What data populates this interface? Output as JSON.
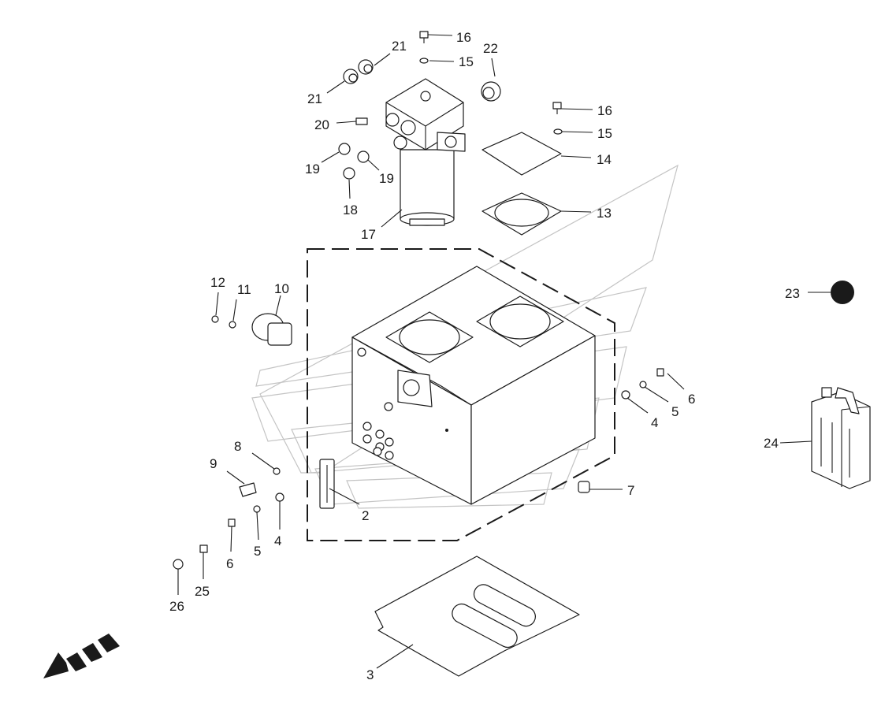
{
  "diagram": {
    "callouts": [
      {
        "id": "2",
        "text": "2"
      },
      {
        "id": "3",
        "text": "3"
      },
      {
        "id": "4a",
        "text": "4"
      },
      {
        "id": "4b",
        "text": "4"
      },
      {
        "id": "5a",
        "text": "5"
      },
      {
        "id": "5b",
        "text": "5"
      },
      {
        "id": "6a",
        "text": "6"
      },
      {
        "id": "6b",
        "text": "6"
      },
      {
        "id": "7",
        "text": "7"
      },
      {
        "id": "8",
        "text": "8"
      },
      {
        "id": "9",
        "text": "9"
      },
      {
        "id": "10",
        "text": "10"
      },
      {
        "id": "11",
        "text": "11"
      },
      {
        "id": "12",
        "text": "12"
      },
      {
        "id": "13",
        "text": "13"
      },
      {
        "id": "14",
        "text": "14"
      },
      {
        "id": "15a",
        "text": "15"
      },
      {
        "id": "15b",
        "text": "15"
      },
      {
        "id": "16a",
        "text": "16"
      },
      {
        "id": "16b",
        "text": "16"
      },
      {
        "id": "17",
        "text": "17"
      },
      {
        "id": "18",
        "text": "18"
      },
      {
        "id": "19a",
        "text": "19"
      },
      {
        "id": "19b",
        "text": "19"
      },
      {
        "id": "20",
        "text": "20"
      },
      {
        "id": "21a",
        "text": "21"
      },
      {
        "id": "21b",
        "text": "21"
      },
      {
        "id": "22",
        "text": "22"
      },
      {
        "id": "23",
        "text": "23"
      },
      {
        "id": "24",
        "text": "24"
      },
      {
        "id": "25",
        "text": "25"
      },
      {
        "id": "26",
        "text": "26"
      }
    ],
    "parts": [
      {
        "id": "tank",
        "icon": "hydraulic-tank-icon"
      },
      {
        "id": "filter",
        "icon": "return-filter-icon"
      },
      {
        "id": "canister",
        "icon": "oil-canister-icon"
      },
      {
        "id": "front-arrow",
        "icon": "front-direction-arrow-icon"
      }
    ],
    "colors": {
      "line": "#1a1a1a",
      "watermark": "#c4c4c4",
      "background": "#ffffff"
    }
  }
}
